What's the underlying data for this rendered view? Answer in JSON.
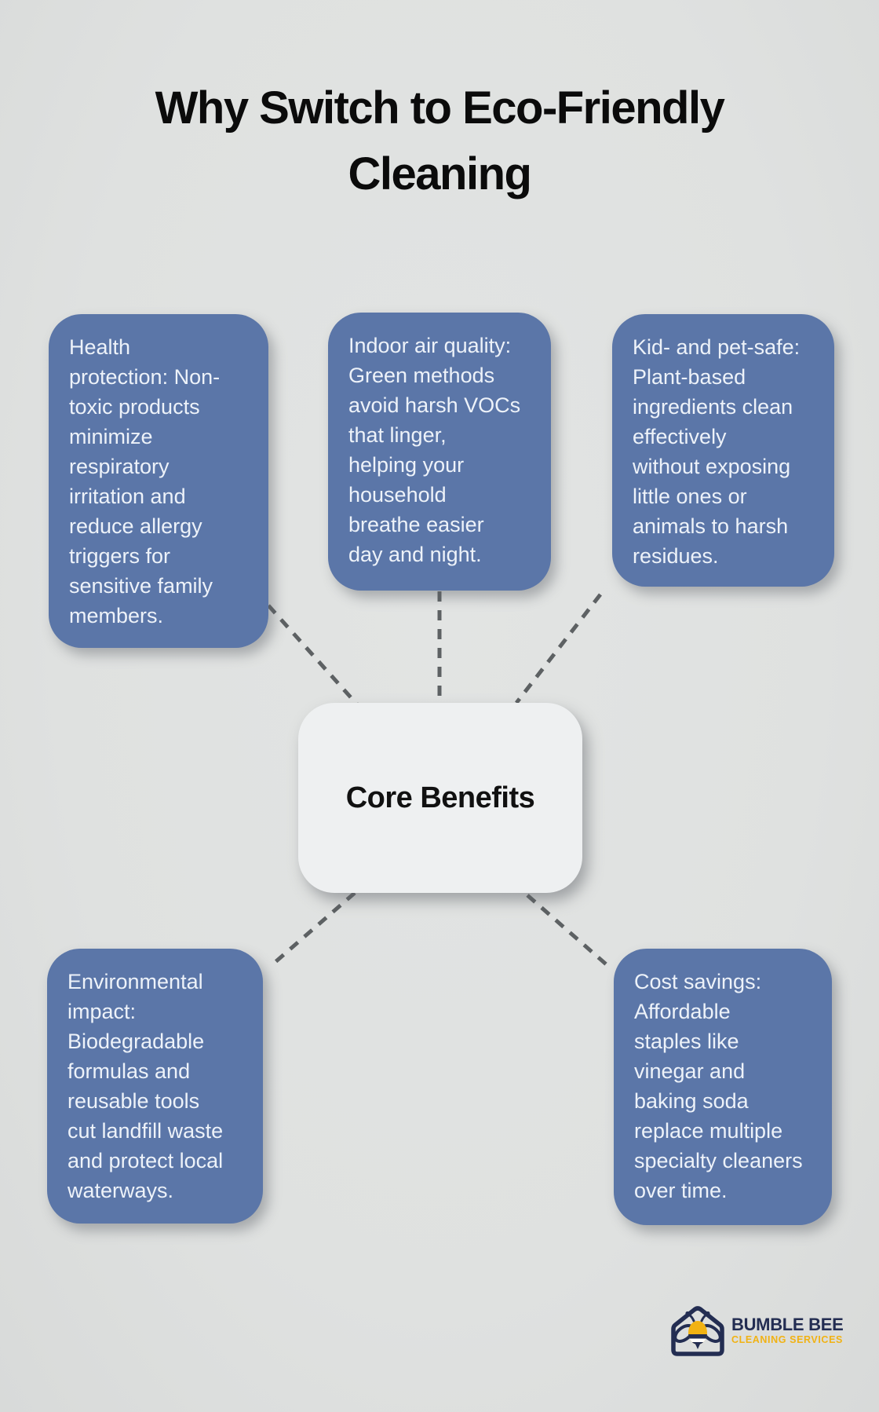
{
  "title": {
    "text": "Why Switch to Eco-Friendly Cleaning"
  },
  "center": {
    "label": "Core Benefits"
  },
  "benefits": [
    {
      "id": "health-protection",
      "text": "Health\nprotection: Non-\ntoxic products\nminimize\nrespiratory\nirritation and\nreduce allergy\ntriggers for\nsensitive family\nmembers."
    },
    {
      "id": "indoor-air-quality",
      "text": "Indoor air quality:\nGreen methods\navoid harsh VOCs\nthat linger,\nhelping your\nhousehold\nbreathe easier\nday and night."
    },
    {
      "id": "kid-and-pet-safe",
      "text": "Kid- and pet-safe:\nPlant-based\ningredients clean\neffectively\nwithout exposing\nlittle ones or\nanimals to harsh\nresidues."
    },
    {
      "id": "environmental-impact",
      "text": "Environmental\nimpact:\nBiodegradable\nformulas and\nreusable tools\ncut landfill waste\nand protect local\nwaterways."
    },
    {
      "id": "cost-savings",
      "text": "Cost savings:\nAffordable\nstaples like\nvinegar and\nbaking soda\nreplace multiple\nspecialty cleaners\nover time."
    }
  ],
  "logo": {
    "name": "BUMBLE BEE",
    "tagline": "CLEANING SERVICES"
  },
  "colors": {
    "background": "#e2e4e3",
    "title": "#0b0b0b",
    "card_blue": "#5b76a8",
    "card_text": "#edf2f9",
    "center_bg": "#eef0f1",
    "center_text": "#111111",
    "line": "#5d6163",
    "navy": "#232d52",
    "yellow": "#f1b213"
  }
}
